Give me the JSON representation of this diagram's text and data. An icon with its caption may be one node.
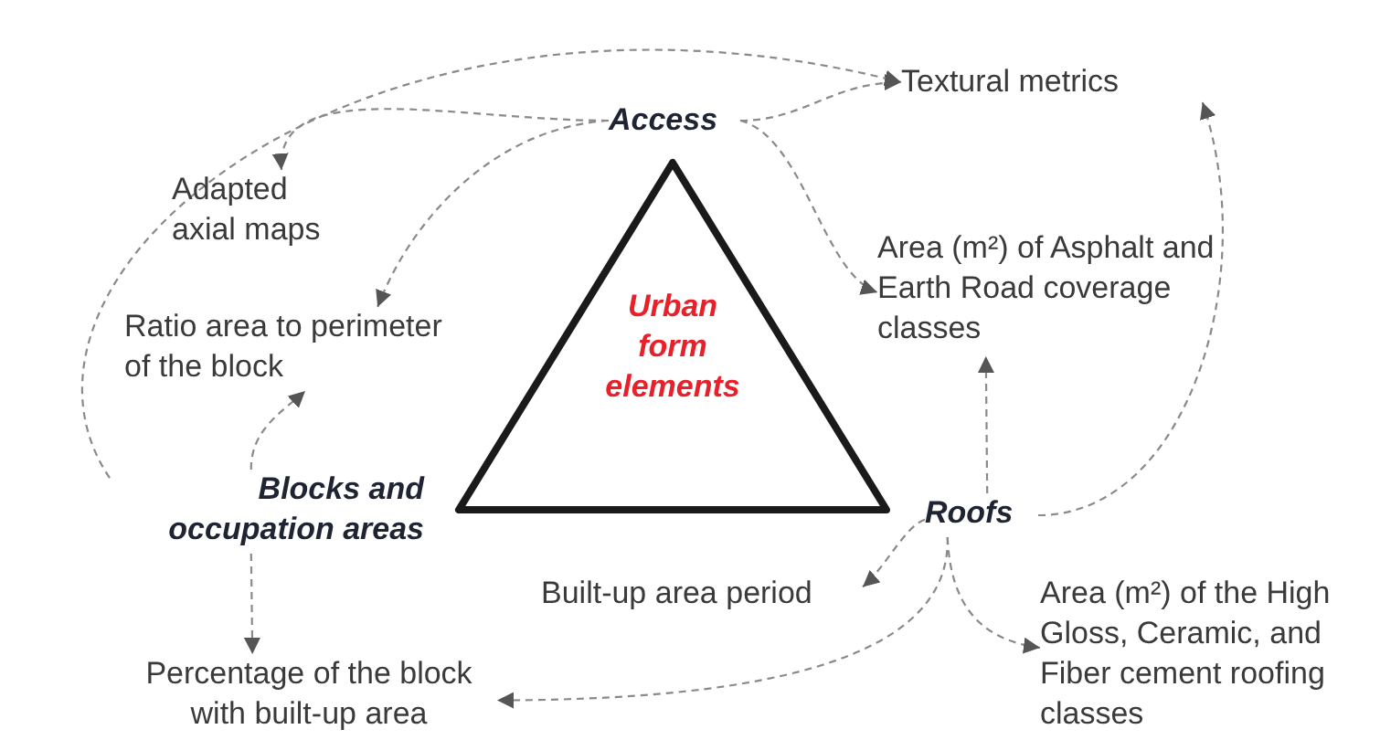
{
  "diagram": {
    "nodes": [
      {
        "text": [
          "Urban form elements"
        ]
      },
      {
        "text": [
          "Access"
        ]
      },
      {
        "text": [
          "Textural metrics"
        ]
      },
      {
        "text": [
          "Adapted axial maps"
        ]
      },
      {
        "text": [
          "Ratio area to perimeter of the block"
        ]
      },
      {
        "text": [
          "Area (m²) of Asphalt and Earth Road coverage classes"
        ]
      },
      {
        "text": [
          "Blocks and occupation areas"
        ]
      },
      {
        "text": [
          "Roofs"
        ]
      },
      {
        "text": [
          "Built-up area period"
        ]
      },
      {
        "text": [
          "Percentage of the block with built-up area"
        ]
      },
      {
        "text": [
          "Area (m²) of the High Gloss, Ceramic, and Fiber cement roofing classes"
        ]
      }
    ],
    "edges": [
      {
        "from": 1,
        "to": 2,
        "arrow": "to"
      },
      {
        "from": 1,
        "to": 3,
        "arrow": "to"
      },
      {
        "from": 1,
        "to": 4,
        "arrow": "to"
      },
      {
        "from": 1,
        "to": 5,
        "arrow": "to"
      },
      {
        "from": 6,
        "to": 2,
        "arrow": "to"
      },
      {
        "from": 6,
        "to": 4,
        "arrow": "to"
      },
      {
        "from": 6,
        "to": 9,
        "arrow": "to"
      },
      {
        "from": 7,
        "to": 5,
        "arrow": "to"
      },
      {
        "from": 7,
        "to": 2,
        "arrow": "to"
      },
      {
        "from": 7,
        "to": 8,
        "arrow": "to"
      },
      {
        "from": 7,
        "to": 9,
        "arrow": "to"
      },
      {
        "from": 7,
        "to": 10,
        "arrow": "to"
      }
    ]
  }
}
